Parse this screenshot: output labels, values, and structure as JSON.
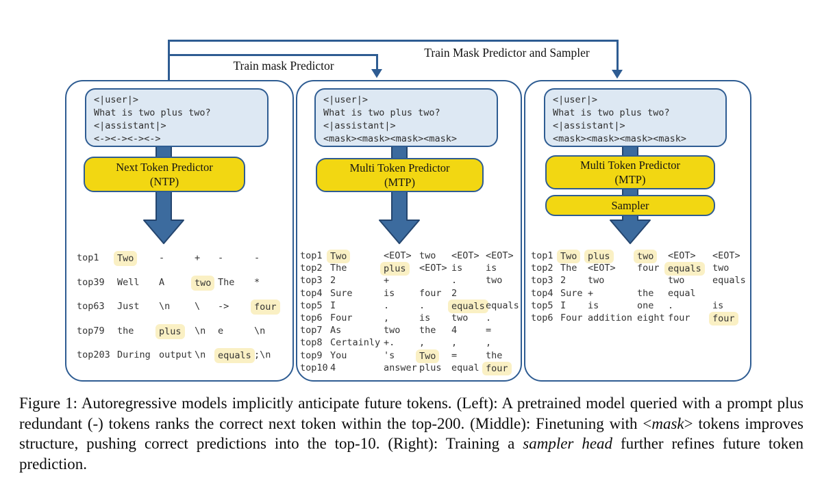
{
  "connector": {
    "label_mask_predictor": "Train mask Predictor",
    "label_mask_predictor_sampler": "Train Mask Predictor and Sampler"
  },
  "panels": [
    {
      "id": "left",
      "prompt_lines": [
        "<|user|>",
        "What is two plus two?",
        "<|assistant|>",
        "<-><-><-><->"
      ],
      "predictor": {
        "line1": "Next Token Predictor",
        "line2": "(NTP)"
      },
      "table": [
        {
          "rank": "top1",
          "cells": [
            [
              "Two",
              1
            ],
            [
              "-",
              0
            ],
            [
              "+",
              0
            ],
            [
              "-",
              0
            ],
            [
              "-",
              0
            ]
          ]
        },
        {
          "rank": "top39",
          "cells": [
            [
              "Well",
              0
            ],
            [
              "A",
              0
            ],
            [
              "two",
              1
            ],
            [
              "The",
              0
            ],
            [
              "*",
              0
            ]
          ]
        },
        {
          "rank": "top63",
          "cells": [
            [
              "Just",
              0
            ],
            [
              "\\n",
              0
            ],
            [
              "\\",
              0
            ],
            [
              "->",
              0
            ],
            [
              "four",
              1
            ]
          ]
        },
        {
          "rank": "top79",
          "cells": [
            [
              "the",
              0
            ],
            [
              "plus",
              1
            ],
            [
              "\\n",
              0
            ],
            [
              "e",
              0
            ],
            [
              "\\n",
              0
            ]
          ]
        },
        {
          "rank": "top203",
          "cells": [
            [
              "During",
              0
            ],
            [
              "output",
              0
            ],
            [
              "\\n",
              0
            ],
            [
              "equals",
              1
            ],
            [
              ";\\n",
              0
            ]
          ]
        }
      ]
    },
    {
      "id": "middle",
      "prompt_lines": [
        "<|user|>",
        "What is two plus two?",
        "<|assistant|>",
        "<mask><mask><mask><mask>"
      ],
      "predictor": {
        "line1": "Multi Token Predictor",
        "line2": "(MTP)"
      },
      "table": [
        {
          "rank": "top1",
          "cells": [
            [
              "Two",
              1
            ],
            [
              "<EOT>",
              0
            ],
            [
              "two",
              0
            ],
            [
              "<EOT>",
              0
            ],
            [
              "<EOT>",
              0
            ]
          ]
        },
        {
          "rank": "top2",
          "cells": [
            [
              "The",
              0
            ],
            [
              "plus",
              1
            ],
            [
              "<EOT>",
              0
            ],
            [
              "is",
              0
            ],
            [
              "is",
              0
            ]
          ]
        },
        {
          "rank": "top3",
          "cells": [
            [
              "2",
              0
            ],
            [
              "+",
              0
            ],
            [
              "",
              0
            ],
            [
              ".",
              0
            ],
            [
              "two",
              0
            ]
          ]
        },
        {
          "rank": "top4",
          "cells": [
            [
              "Sure",
              0
            ],
            [
              "is",
              0
            ],
            [
              "four",
              0
            ],
            [
              "2",
              0
            ],
            [
              "",
              0
            ]
          ]
        },
        {
          "rank": "top5",
          "cells": [
            [
              "I",
              0
            ],
            [
              ".",
              0
            ],
            [
              ".",
              0
            ],
            [
              "equals",
              1
            ],
            [
              "equals",
              0
            ]
          ]
        },
        {
          "rank": "top6",
          "cells": [
            [
              "Four",
              0
            ],
            [
              ",",
              0
            ],
            [
              "is",
              0
            ],
            [
              "two",
              0
            ],
            [
              ".",
              0
            ]
          ]
        },
        {
          "rank": "top7",
          "cells": [
            [
              "As",
              0
            ],
            [
              "two",
              0
            ],
            [
              "the",
              0
            ],
            [
              "4",
              0
            ],
            [
              "=",
              0
            ]
          ]
        },
        {
          "rank": "top8",
          "cells": [
            [
              "Certainly",
              0
            ],
            [
              "+.",
              0
            ],
            [
              ",",
              0
            ],
            [
              ",",
              0
            ],
            [
              ",",
              0
            ]
          ]
        },
        {
          "rank": "top9",
          "cells": [
            [
              "You",
              0
            ],
            [
              "'s",
              0
            ],
            [
              "Two",
              1
            ],
            [
              "=",
              0
            ],
            [
              "the",
              0
            ]
          ]
        },
        {
          "rank": "top10",
          "cells": [
            [
              "4",
              0
            ],
            [
              "answer",
              0
            ],
            [
              "plus",
              0
            ],
            [
              "equal",
              0
            ],
            [
              "four",
              1
            ]
          ]
        }
      ]
    },
    {
      "id": "right",
      "prompt_lines": [
        "<|user|>",
        "What is two plus two?",
        "<|assistant|>",
        "<mask><mask><mask><mask>"
      ],
      "predictor": {
        "line1": "Multi Token Predictor",
        "line2": "(MTP)"
      },
      "sampler_label": "Sampler",
      "table": [
        {
          "rank": "top1",
          "cells": [
            [
              "Two",
              1
            ],
            [
              "plus",
              1
            ],
            [
              "two",
              1
            ],
            [
              "<EOT>",
              0
            ],
            [
              "<EOT>",
              0
            ]
          ]
        },
        {
          "rank": "top2",
          "cells": [
            [
              "The",
              0
            ],
            [
              "<EOT>",
              0
            ],
            [
              "four",
              0
            ],
            [
              "equals",
              1
            ],
            [
              "two",
              0
            ]
          ]
        },
        {
          "rank": "top3",
          "cells": [
            [
              "2",
              0
            ],
            [
              "two",
              0
            ],
            [
              "",
              0
            ],
            [
              "two",
              0
            ],
            [
              "equals",
              0
            ]
          ]
        },
        {
          "rank": "top4",
          "cells": [
            [
              "Sure",
              0
            ],
            [
              "+",
              0
            ],
            [
              "the",
              0
            ],
            [
              "equal",
              0
            ],
            [
              "",
              0
            ]
          ]
        },
        {
          "rank": "top5",
          "cells": [
            [
              "I",
              0
            ],
            [
              "is",
              0
            ],
            [
              "one",
              0
            ],
            [
              ".",
              0
            ],
            [
              "is",
              0
            ]
          ]
        },
        {
          "rank": "top6",
          "cells": [
            [
              "Four",
              0
            ],
            [
              "addition",
              0
            ],
            [
              "eight",
              0
            ],
            [
              "four",
              0
            ],
            [
              "four",
              1
            ]
          ]
        }
      ]
    }
  ],
  "caption": {
    "figure_label": "Figure 1:",
    "segments": [
      {
        "t": "Figure 1:  Autoregressive models implicitly anticipate future tokens.  (Left):  A pretrained model queried with a prompt plus redundant (-) tokens ranks the correct next token within the top-200. (Middle): Finetuning with <"
      },
      {
        "t": "mask",
        "i": true
      },
      {
        "t": "> tokens improves structure, pushing correct predictions into the top-10. (Right): Training a "
      },
      {
        "t": "sampler head",
        "i": true
      },
      {
        "t": " further refines future token prediction."
      }
    ]
  },
  "colors": {
    "panel_border": "#2e5c92",
    "prompt_fill": "#dde8f3",
    "predictor_fill": "#f2d712",
    "arrow_fill": "#3c6b9e",
    "highlight_fill": "#faf0c4"
  }
}
